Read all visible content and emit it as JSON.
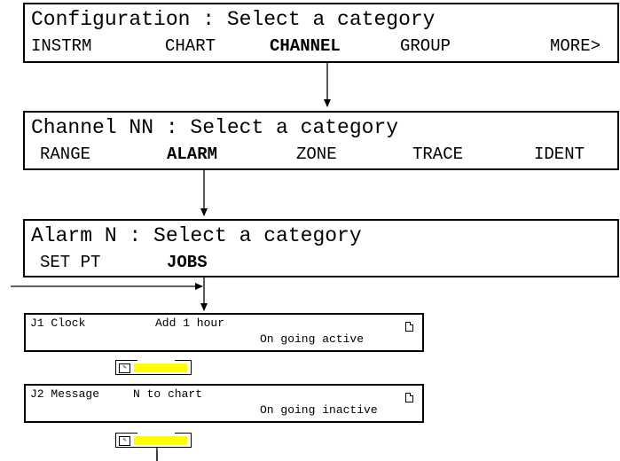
{
  "config": {
    "title": "Configuration : Select a category",
    "menu": [
      {
        "label": "INSTRM",
        "bold": false
      },
      {
        "label": "CHART",
        "bold": false
      },
      {
        "label": "CHANNEL",
        "bold": true
      },
      {
        "label": "GROUP",
        "bold": false
      },
      {
        "label": "MORE>",
        "bold": false
      }
    ]
  },
  "channel": {
    "title": "Channel NN : Select a category",
    "menu": [
      {
        "label": "RANGE",
        "bold": false
      },
      {
        "label": "ALARM",
        "bold": true
      },
      {
        "label": "ZONE",
        "bold": false
      },
      {
        "label": "TRACE",
        "bold": false
      },
      {
        "label": "IDENT",
        "bold": false
      }
    ]
  },
  "alarm": {
    "title": "Alarm N : Select a category",
    "menu": [
      {
        "label": "SET PT",
        "bold": false
      },
      {
        "label": "JOBS",
        "bold": true
      }
    ]
  },
  "jobs": [
    {
      "name": "J1 Clock",
      "action": "Add 1 hour",
      "condition": "On going active"
    },
    {
      "name": "J2 Message",
      "action": "N to chart",
      "condition": "On going inactive"
    }
  ],
  "colors": {
    "key_highlight": "#ffff00",
    "line": "#000000"
  },
  "icons": {
    "job_icon": "document-icon",
    "key_icon": "edit-key-icon"
  }
}
